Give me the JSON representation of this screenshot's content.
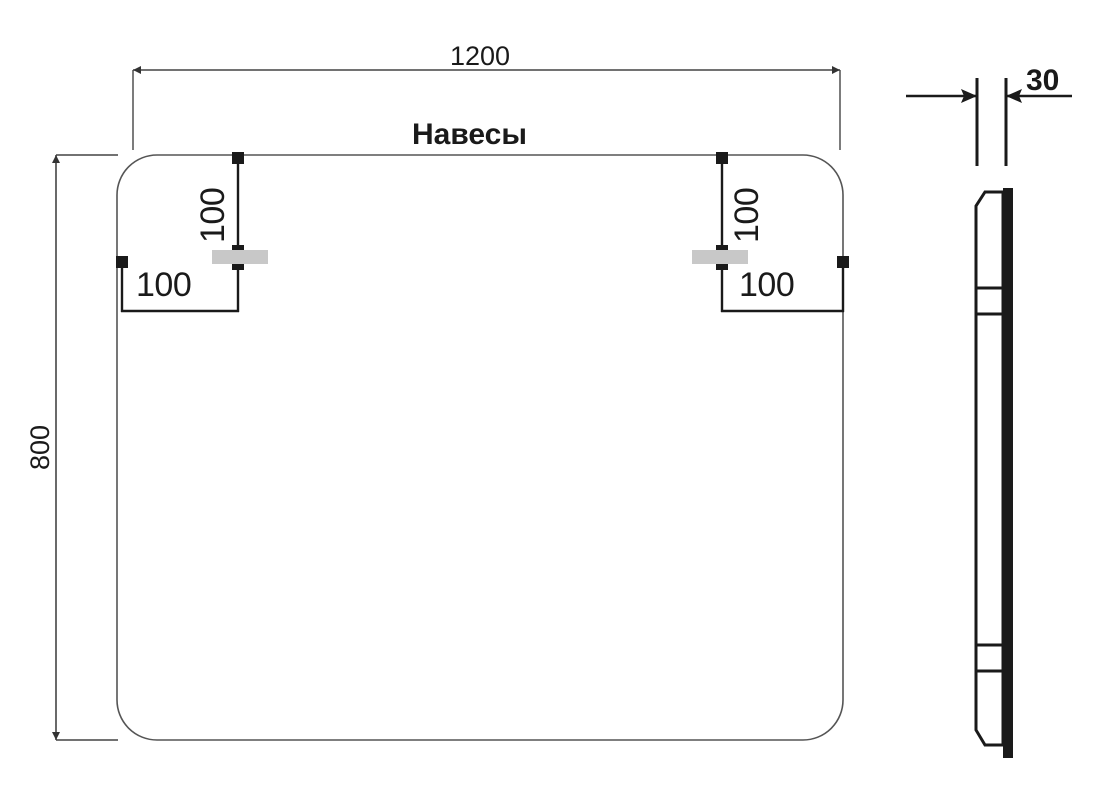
{
  "drawing": {
    "type": "technical-drawing",
    "subject": "mirror-panel-with-mounts",
    "units": "mm",
    "views": {
      "front": {
        "name": "front-view",
        "width_label": "1200",
        "height_label": "800",
        "title": "Навесы",
        "mount_offset_top_label": "100",
        "mount_offset_side_label": "100",
        "mount_offset_top_right_label": "100",
        "mount_offset_side_right_label": "100"
      },
      "side": {
        "name": "side-view",
        "thickness_label": "30"
      }
    },
    "colors": {
      "line": "#1a1a1a",
      "thin_line": "#555555",
      "bracket_fill": "#c8c8c8",
      "background": "#ffffff",
      "text": "#1a1a1a"
    }
  }
}
